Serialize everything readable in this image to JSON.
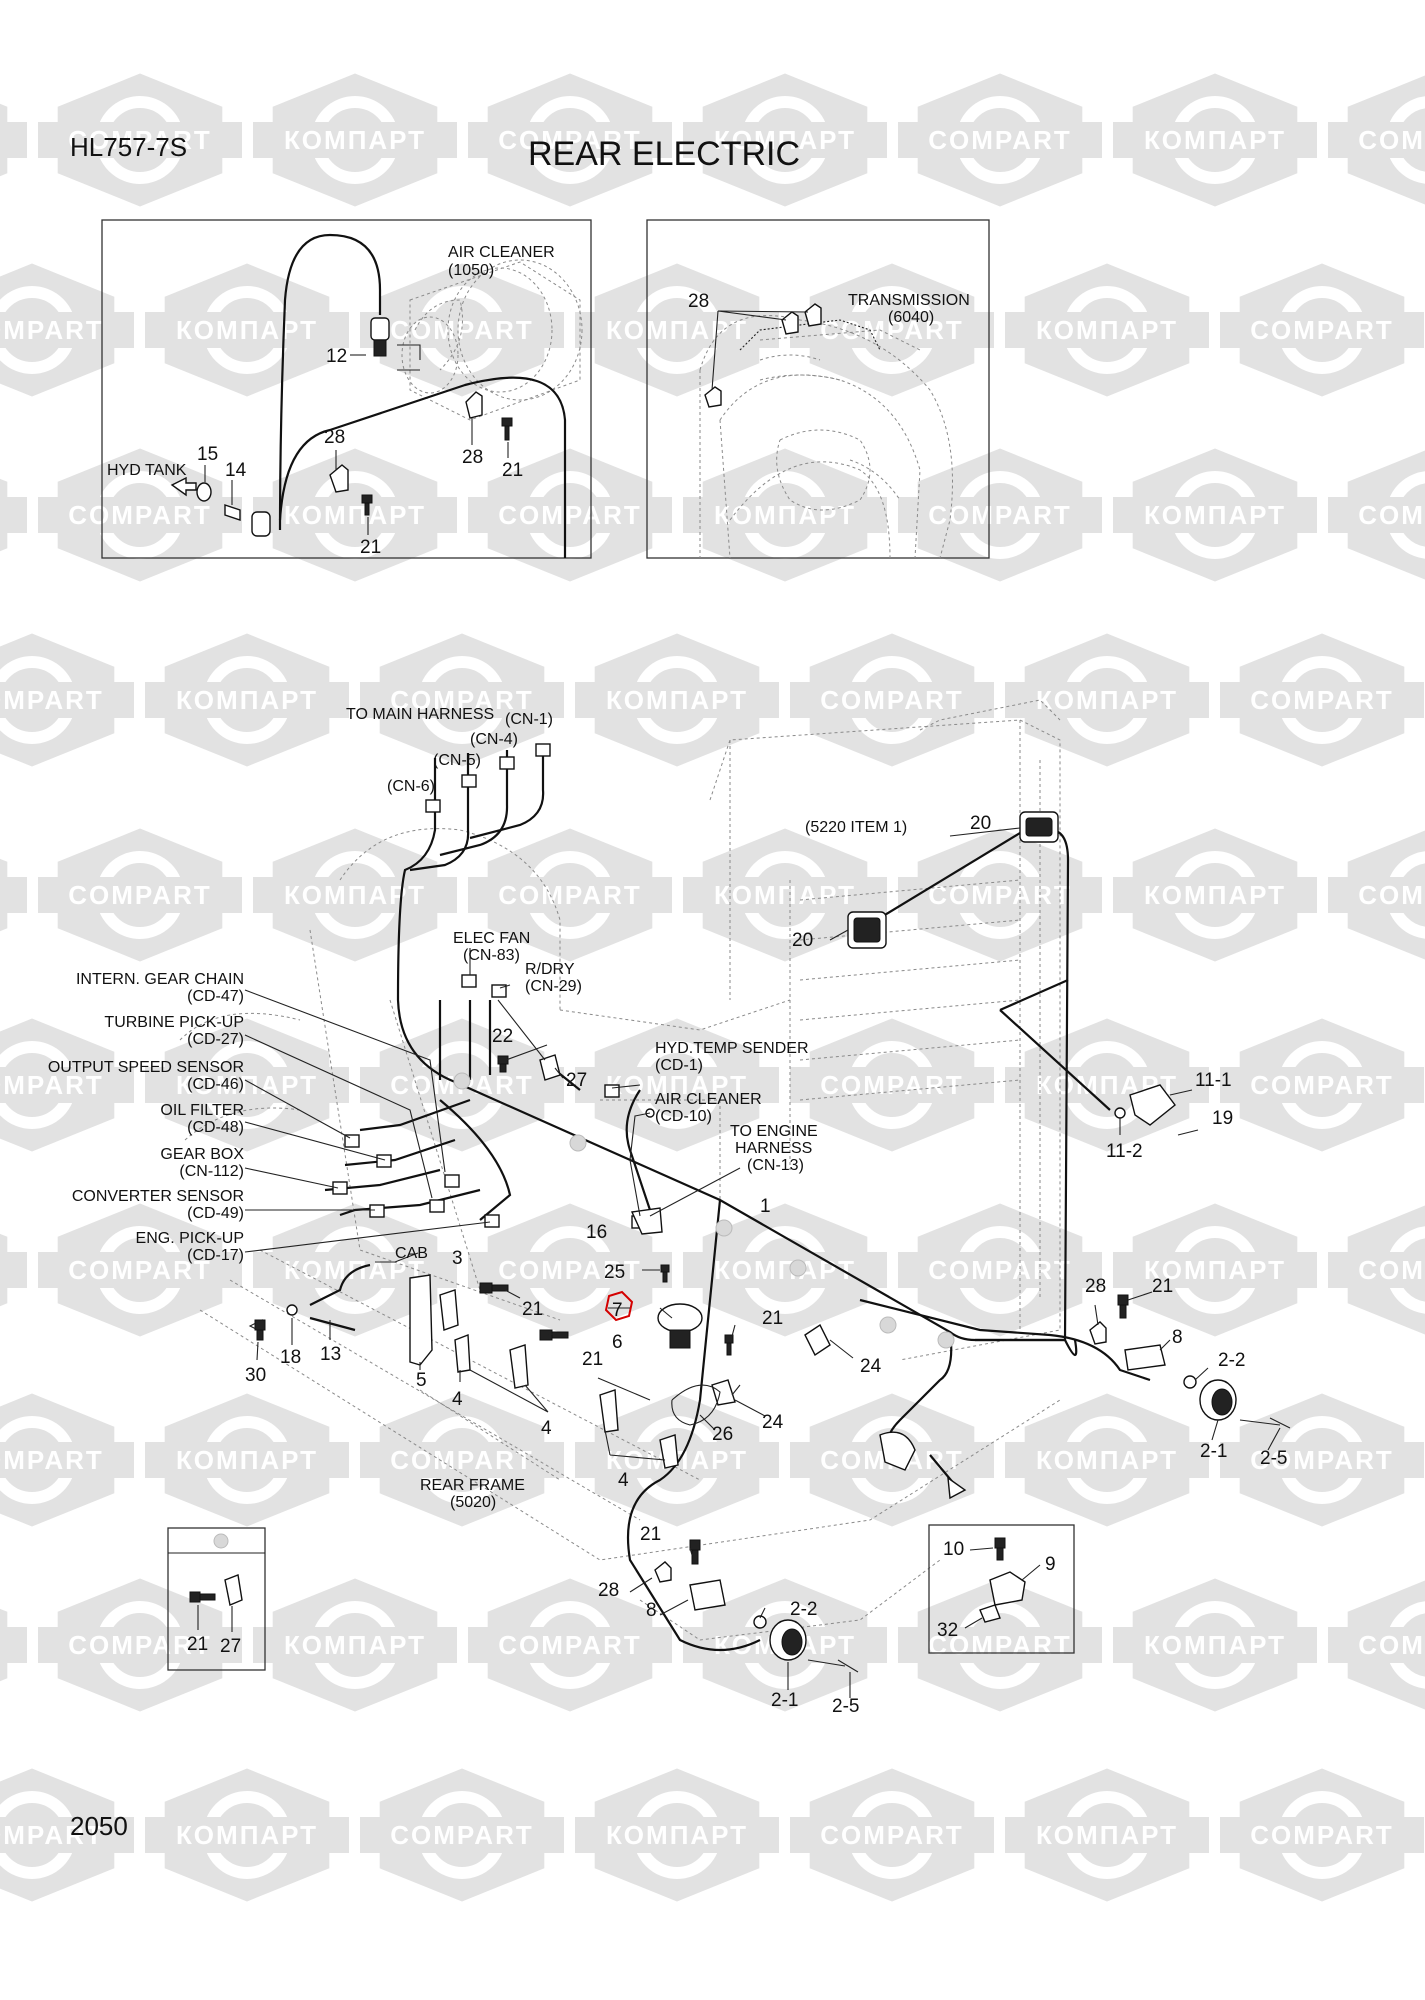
{
  "header": {
    "model": "HL757-7S",
    "title": "REAR ELECTRIC",
    "page_number": "2050"
  },
  "watermark": {
    "texts": [
      "КОМПАРТ",
      "COMPART"
    ],
    "color": "#e2e2e2"
  },
  "inset_air_cleaner": {
    "label_title": "AIR CLEANER",
    "label_code": "(1050)",
    "hyd_tank": "HYD TANK",
    "callouts": [
      "12",
      "15",
      "14",
      "28",
      "28",
      "21",
      "21"
    ]
  },
  "inset_transmission": {
    "label_title": "TRANSMISSION",
    "label_code": "(6040)",
    "callouts": [
      "28"
    ]
  },
  "connectors": {
    "main_harness": "TO MAIN HARNESS",
    "cn1": "(CN-1)",
    "cn4": "(CN-4)",
    "cn5": "(CN-5)",
    "cn6": "(CN-6)",
    "item_5220": "(5220 ITEM 1)",
    "elec_fan": "ELEC FAN",
    "cn83": "(CN-83)",
    "rdry": "R/DRY",
    "cn29": "(CN-29)",
    "hyd_temp": "HYD.TEMP SENDER",
    "cd1": "(CD-1)",
    "air_cleaner": "AIR CLEANER",
    "cd10": "(CD-10)",
    "to_engine": "TO ENGINE",
    "harness": "HARNESS",
    "cn13": "(CN-13)",
    "intern_gear": "INTERN. GEAR CHAIN",
    "cd47": "(CD-47)",
    "turbine": "TURBINE PICK-UP",
    "cd27": "(CD-27)",
    "output_speed": "OUTPUT SPEED SENSOR",
    "cd46": "(CD-46)",
    "oil_filter": "OIL FILTER",
    "cd48": "(CD-48)",
    "gear_box": "GEAR BOX",
    "cn112": "(CN-112)",
    "converter": "CONVERTER SENSOR",
    "cd49": "(CD-49)",
    "eng_pickup": "ENG. PICK-UP",
    "cd17": "(CD-17)",
    "cab": "CAB",
    "rear_frame": "REAR FRAME",
    "code_5020": "(5020)"
  },
  "callouts": {
    "c20a": "20",
    "c20b": "20",
    "c111": "11-1",
    "c112": "11-2",
    "c19": "19",
    "c22": "22",
    "c27": "27",
    "c16": "16",
    "c1": "1",
    "c25": "25",
    "c7": "7",
    "c6": "6",
    "c3": "3",
    "c21a": "21",
    "c21b": "21",
    "c21c": "21",
    "c21d": "21",
    "c28a": "28",
    "c8a": "8",
    "c22a": "2-2",
    "c21x": "2-1",
    "c25x": "2-5",
    "c24a": "24",
    "c24b": "24",
    "c26": "26",
    "c4a": "4",
    "c4b": "4",
    "c4c": "4",
    "c5": "5",
    "c30": "30",
    "c18": "18",
    "c13": "13",
    "c21e": "21",
    "c28b": "28",
    "c8b": "8",
    "c22b": "2-2",
    "c21y": "2-1",
    "c25y": "2-5",
    "c10": "10",
    "c9": "9",
    "c32": "32",
    "c21f": "21",
    "c27b": "27"
  },
  "highlight_color": "#d40000"
}
